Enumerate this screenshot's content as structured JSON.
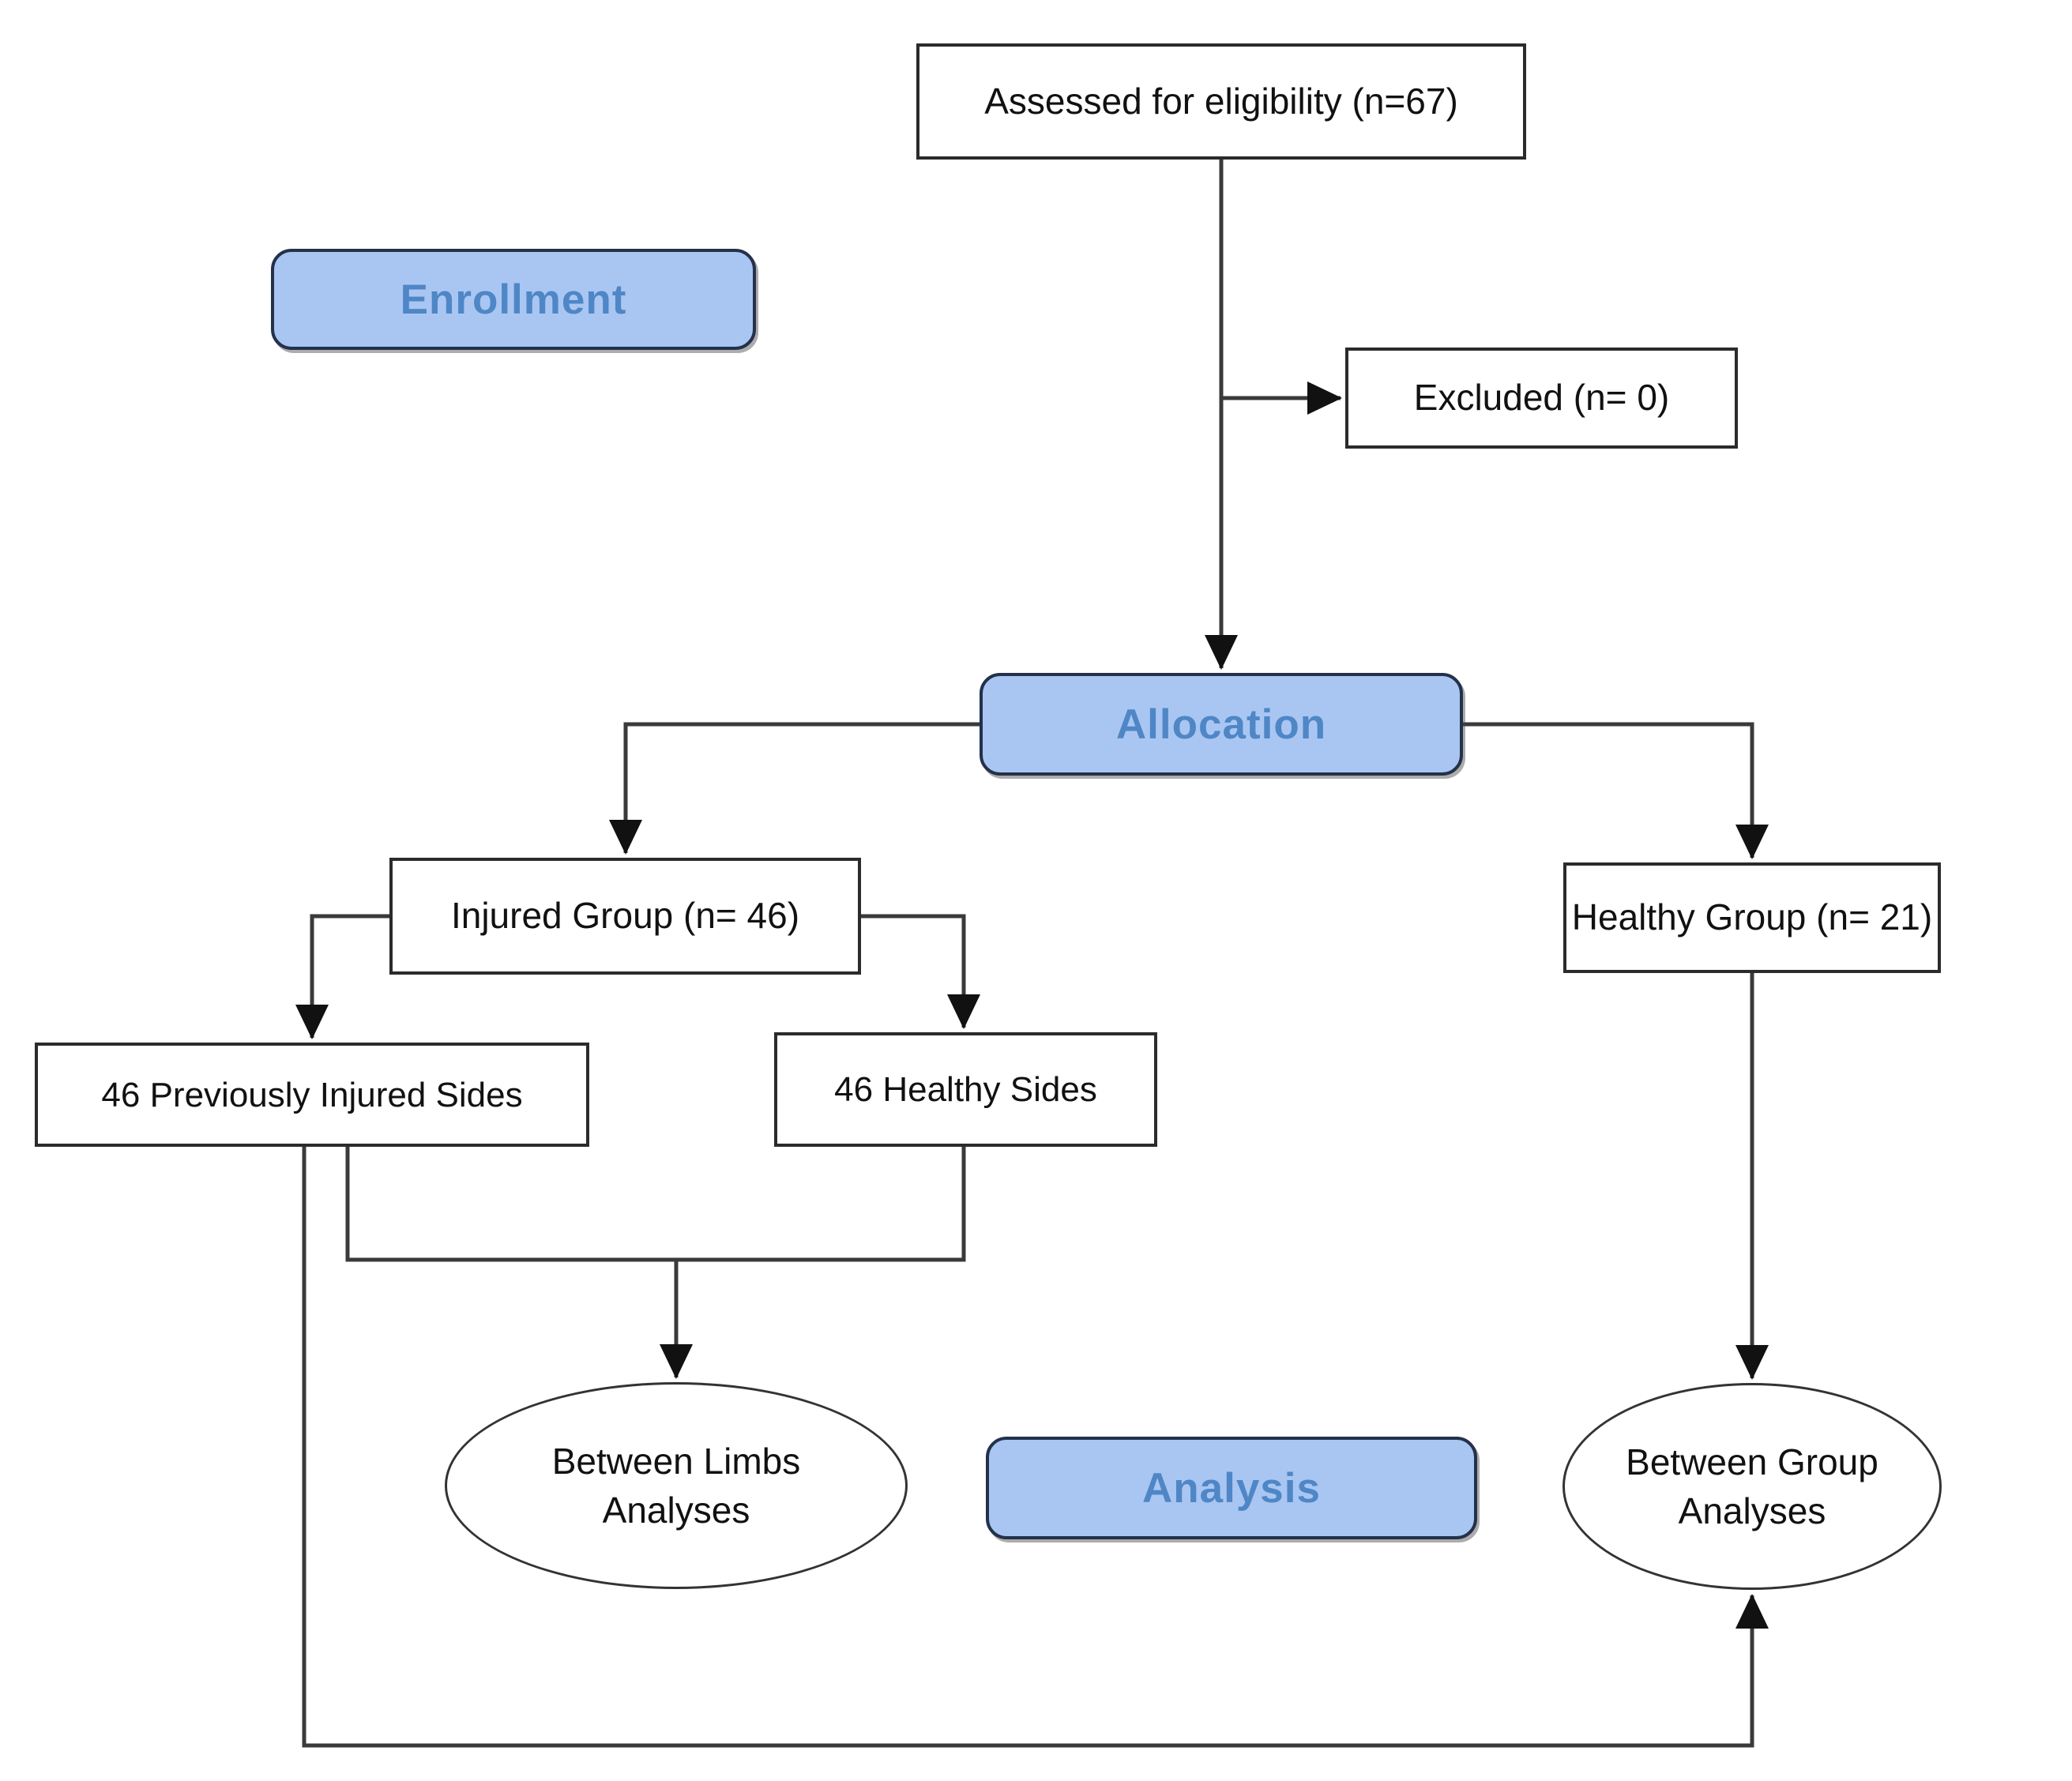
{
  "diagram": {
    "type": "consort-flowchart",
    "stages": {
      "enrollment": "Enrollment",
      "allocation": "Allocation",
      "analysis": "Analysis"
    },
    "nodes": {
      "assessed": "Assessed for eligibility (n=67)",
      "excluded": "Excluded (n= 0)",
      "injured_group": "Injured Group (n= 46)",
      "healthy_group": "Healthy Group (n= 21)",
      "previously_injured_sides": "46 Previously Injured Sides",
      "healthy_sides": "46 Healthy Sides",
      "between_limbs": {
        "line1": "Between Limbs",
        "line2": "Analyses"
      },
      "between_group": {
        "line1": "Between Group",
        "line2": "Analyses"
      }
    },
    "colors": {
      "stage_fill": "#a9c6f2",
      "stage_text": "#4f86c6",
      "node_border": "#2b2b2b",
      "connector": "#3a3a3a",
      "background": "#ffffff"
    }
  }
}
